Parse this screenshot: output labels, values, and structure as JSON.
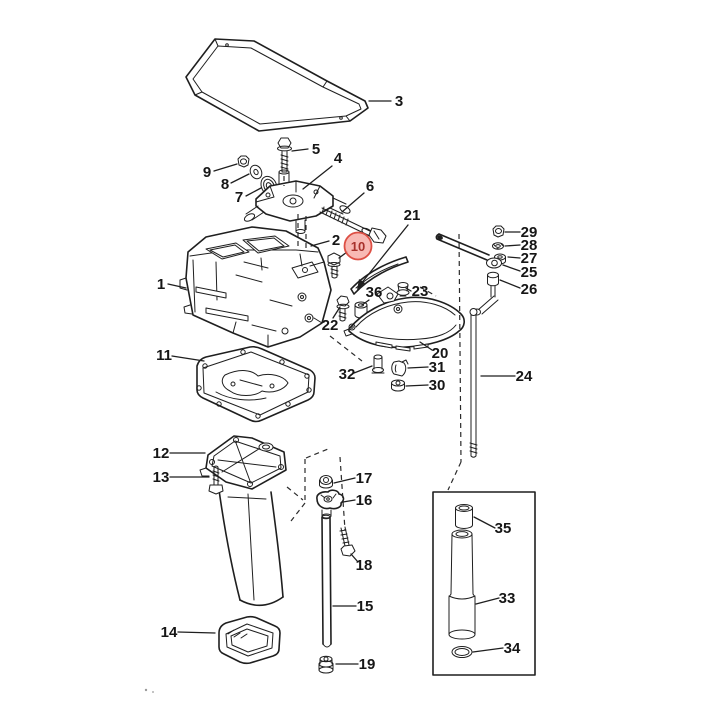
{
  "diagram": {
    "type": "exploded-parts-diagram",
    "background": "#ffffff",
    "line_color": "#1f1f1f",
    "highlight": {
      "part": "10",
      "fill": "#f6a8a1",
      "stroke": "#dd4f44",
      "text_color": "#a8312b"
    },
    "labels": {
      "p1": "1",
      "p2": "2",
      "p3": "3",
      "p4": "4",
      "p5": "5",
      "p6": "6",
      "p7": "7",
      "p8": "8",
      "p9": "9",
      "p10": "10",
      "p11": "11",
      "p12": "12",
      "p13": "13",
      "p14": "14",
      "p15": "15",
      "p16": "16",
      "p17": "17",
      "p18": "18",
      "p19": "19",
      "p20": "20",
      "p21": "21",
      "p22": "22",
      "p23": "23",
      "p24": "24",
      "p25": "25",
      "p26": "26",
      "p27": "27",
      "p28": "28",
      "p29": "29",
      "p30": "30",
      "p31": "31",
      "p32": "32",
      "p33": "33",
      "p34": "34",
      "p35": "35",
      "p36": "36"
    }
  }
}
